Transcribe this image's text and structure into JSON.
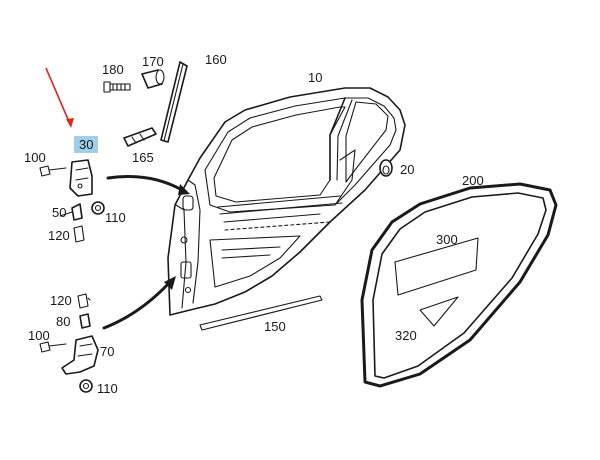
{
  "diagram": {
    "labels": {
      "p10": "10",
      "p20": "20",
      "p30": "30",
      "p50": "50",
      "p70": "70",
      "p80": "80",
      "p100a": "100",
      "p100b": "100",
      "p110a": "110",
      "p110b": "110",
      "p120a": "120",
      "p120b": "120",
      "p150": "150",
      "p160": "160",
      "p165": "165",
      "p170": "170",
      "p180": "180",
      "p200": "200",
      "p300": "300",
      "p320": "320"
    },
    "highlight_color": "#9fd0e8",
    "arrow_color": "#e0261b"
  }
}
